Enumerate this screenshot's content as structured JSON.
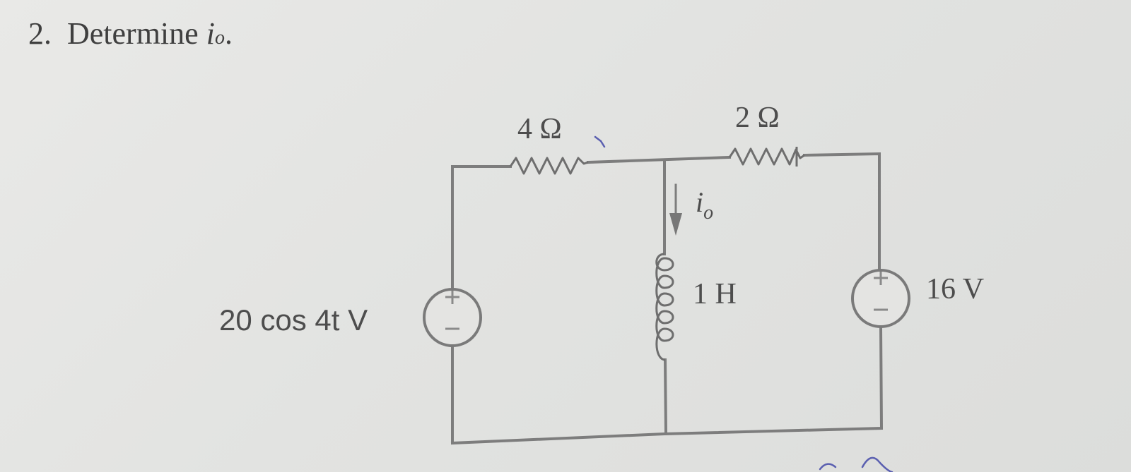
{
  "problem": {
    "number": "2.",
    "text": "Determine",
    "variable": "i",
    "subscript": "o",
    "end": "."
  },
  "circuit": {
    "left_resistor": "4 Ω",
    "right_resistor": "2 Ω",
    "inductor": "1 H",
    "current_var": "i",
    "current_sub": "o",
    "left_source": "20 cos 4t V",
    "right_source": "16 V",
    "plus": "+",
    "minus": "−"
  }
}
